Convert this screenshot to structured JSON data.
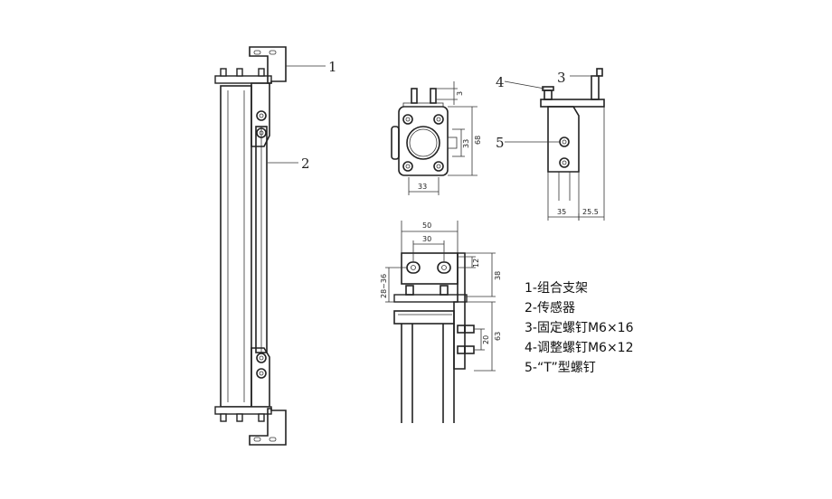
{
  "callouts": {
    "front_1": "1",
    "front_2": "2",
    "top_3": "3",
    "top_4": "4",
    "side_5": "5"
  },
  "dimensions": {
    "sensor_width": "33",
    "sensor_height_total": "68",
    "sensor_height_inner": "33",
    "sensor_top": "3",
    "side_35": "35",
    "side_25_5": "25.5",
    "bracket_50": "50",
    "bracket_30": "30",
    "bracket_12": "12",
    "bracket_38": "38",
    "bracket_range": "28~36",
    "bracket_63": "63",
    "bracket_20": "20"
  },
  "legend": [
    "1-组合支架",
    "2-传感器",
    "3-固定螺钉M6×16",
    "4-调整螺钉M6×12",
    "5-“T”型螺钉"
  ]
}
